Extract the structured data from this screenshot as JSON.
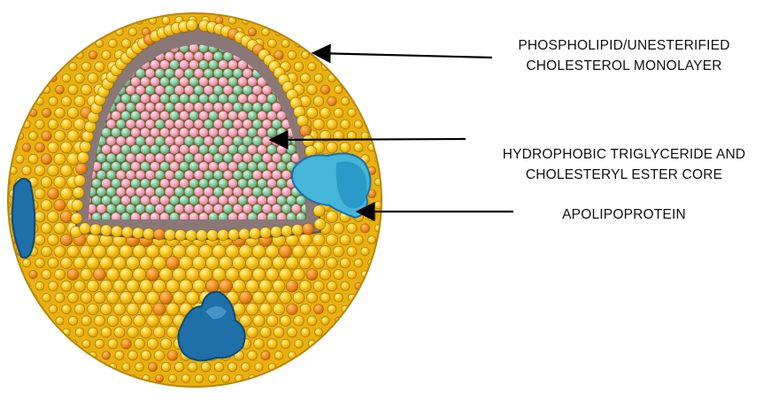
{
  "diagram": {
    "labels": {
      "monolayer": {
        "line1": "PHOSPHOLIPID/UNESTERIFIED",
        "line2": "CHOLESTEROL MONOLAYER"
      },
      "core": {
        "line1": "HYDROPHOBIC TRIGLYCERIDE AND",
        "line2": "CHOLESTERYL ESTER CORE"
      },
      "apolipoprotein": {
        "line1": "APOLIPOPROTEIN"
      }
    },
    "colors": {
      "phospholipid_head": "#f5c518",
      "phospholipid_head_dark": "#e8a30c",
      "cholesterol": "#ec8b17",
      "triglyceride": "#ef9fb5",
      "cholesteryl_ester": "#7cc79b",
      "apolipoprotein_light": "#45b5da",
      "apolipoprotein_dark": "#1f6fa8",
      "core_background": "#8a7878",
      "arrow": "#000000"
    }
  }
}
